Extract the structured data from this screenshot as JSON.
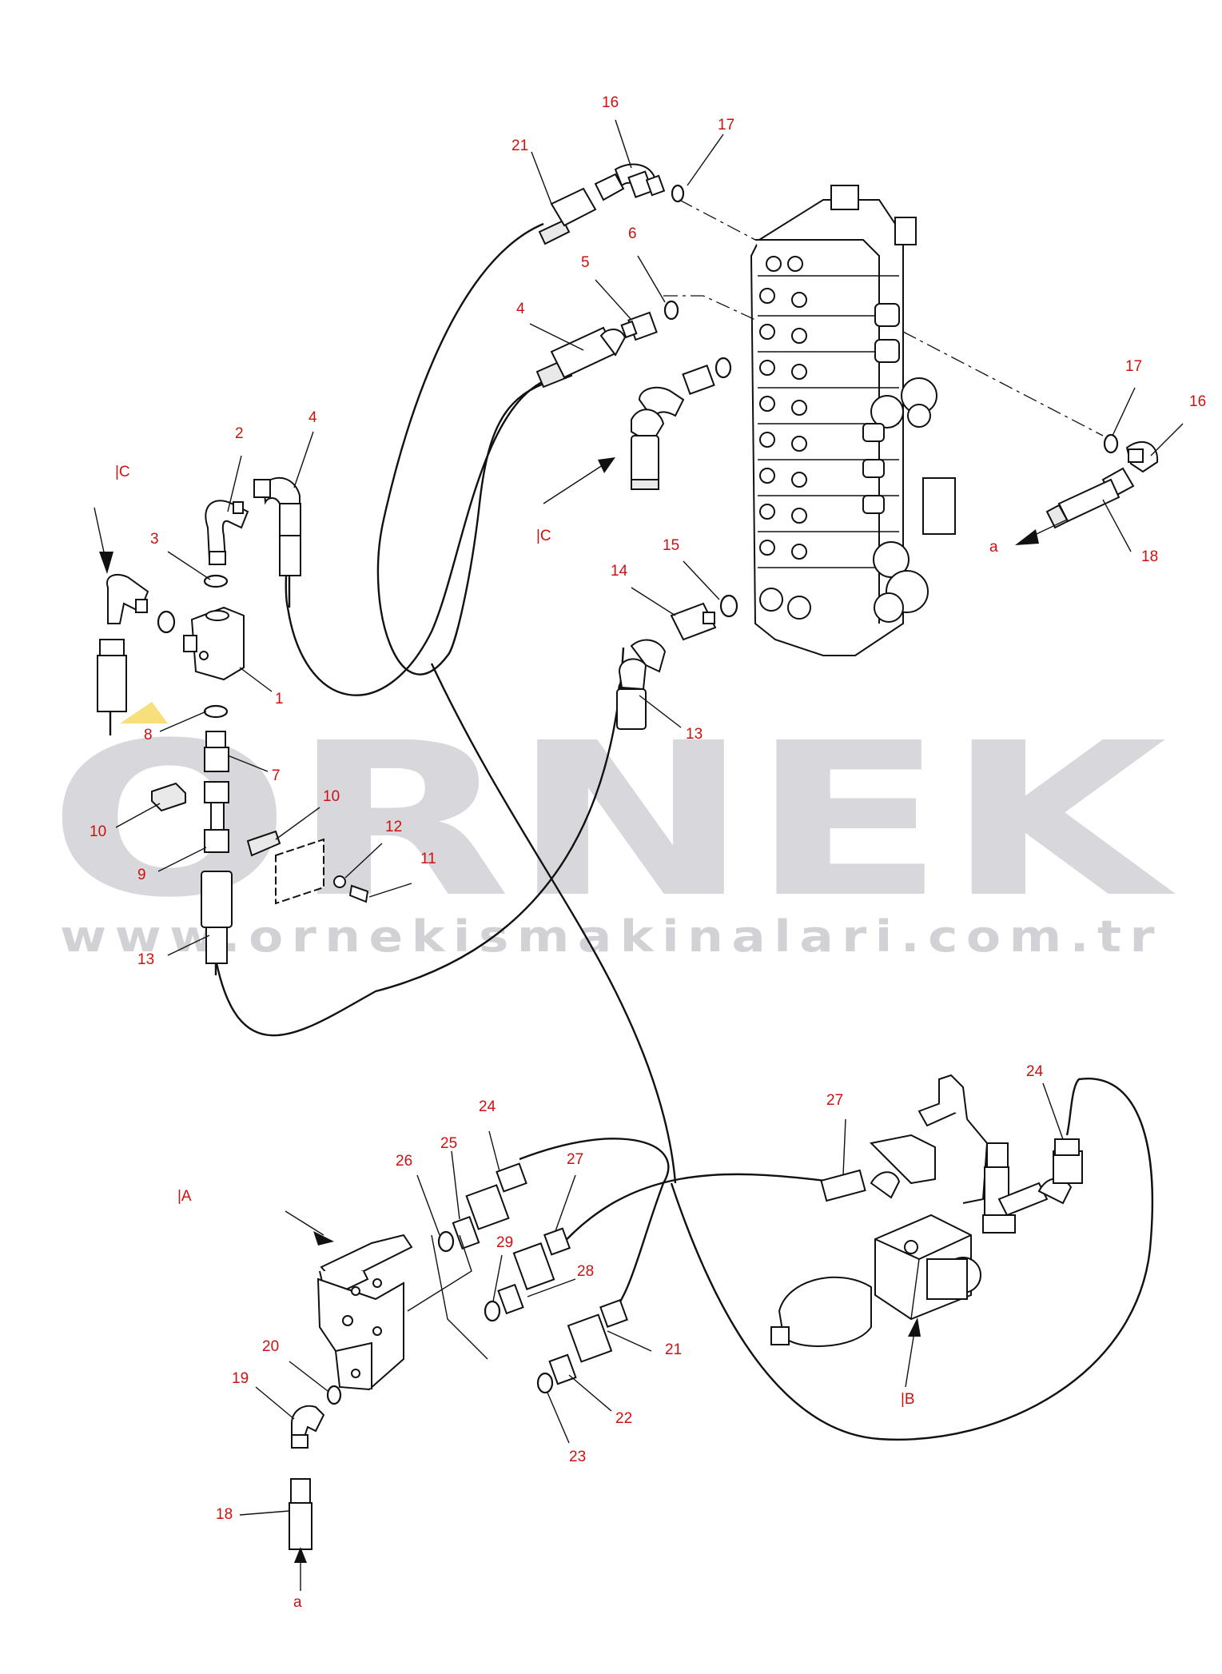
{
  "watermark": {
    "brand": "ORNEK",
    "url": "www.ornekismakinalari.com.tr",
    "color": "#d8d7db",
    "accent": "#f1c40f"
  },
  "colors": {
    "callout": "#cc1111",
    "line": "#111111"
  },
  "callouts": [
    {
      "id": "c21a",
      "text": "21"
    },
    {
      "id": "c16a",
      "text": "16"
    },
    {
      "id": "c17a",
      "text": "17"
    },
    {
      "id": "c6",
      "text": "6"
    },
    {
      "id": "c5",
      "text": "5"
    },
    {
      "id": "c4a",
      "text": "4"
    },
    {
      "id": "c17b",
      "text": "17"
    },
    {
      "id": "c16b",
      "text": "16"
    },
    {
      "id": "c18a",
      "text": "18"
    },
    {
      "id": "c2",
      "text": "2"
    },
    {
      "id": "c4b",
      "text": "4"
    },
    {
      "id": "c3",
      "text": "3"
    },
    {
      "id": "c1",
      "text": "1"
    },
    {
      "id": "c8",
      "text": "8"
    },
    {
      "id": "c7",
      "text": "7"
    },
    {
      "id": "c10a",
      "text": "10"
    },
    {
      "id": "c10b",
      "text": "10"
    },
    {
      "id": "c9",
      "text": "9"
    },
    {
      "id": "c12",
      "text": "12"
    },
    {
      "id": "c11",
      "text": "11"
    },
    {
      "id": "c13a",
      "text": "13"
    },
    {
      "id": "c14",
      "text": "14"
    },
    {
      "id": "c15",
      "text": "15"
    },
    {
      "id": "c13b",
      "text": "13"
    },
    {
      "id": "c24a",
      "text": "24"
    },
    {
      "id": "c25",
      "text": "25"
    },
    {
      "id": "c26",
      "text": "26"
    },
    {
      "id": "c27a",
      "text": "27"
    },
    {
      "id": "c29",
      "text": "29"
    },
    {
      "id": "c28",
      "text": "28"
    },
    {
      "id": "c21b",
      "text": "21"
    },
    {
      "id": "c22",
      "text": "22"
    },
    {
      "id": "c23",
      "text": "23"
    },
    {
      "id": "c20",
      "text": "20"
    },
    {
      "id": "c19",
      "text": "19"
    },
    {
      "id": "c18b",
      "text": "18"
    },
    {
      "id": "c27b",
      "text": "27"
    },
    {
      "id": "c24b",
      "text": "24"
    }
  ],
  "refs": {
    "c_left": "|C",
    "c_mid": "|C",
    "a_view": "|A",
    "b_view": "|B",
    "a_right": "a",
    "a_bottom": "a"
  }
}
